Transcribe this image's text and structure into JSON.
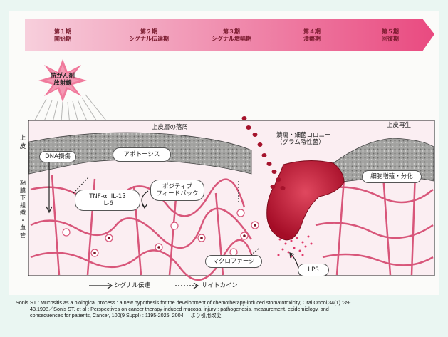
{
  "phases": [
    {
      "label": "第１期\n開始期"
    },
    {
      "label": "第２期\nシグナル伝達期"
    },
    {
      "label": "第３期\nシグナル増幅期"
    },
    {
      "label": "第４期\n潰瘍期"
    },
    {
      "label": "第５期\n回復期"
    }
  ],
  "trigger": "抗がん剤\n放射線",
  "labels": {
    "epithelium_loss": "上皮層の落屑",
    "ulcer_colony": "潰瘍・細菌コロニー\n（グラム陰性菌）",
    "re_epithelialization": "上皮再生",
    "dna_damage": "DNA損傷",
    "apoptosis": "アポトーシス",
    "cytokines": "TNF-α  IL-1β\nIL-6",
    "positive_feedback": "ポジティブ\nフィードバック",
    "proliferation": "細胞増殖・分化",
    "macrophage": "マクロファージ",
    "lps": "LPS",
    "layer_epithelium": "上\n皮",
    "layer_submucosa": "粘\n膜\n下\n組\n織\n・\n血\n管"
  },
  "legend": {
    "signal": "シグナル伝達",
    "cytokine": "サイトカイン"
  },
  "citation": [
    "Sonis ST : Mucositis as a biological process : a new hypothesis for the development of chemotherapy-induced stomatotoxicity, Oral Oncol,34(1) :39-",
    "43,1998／Sonis ST, et al : Perspectives on cancer therapy-induced mucosal injury : pathogenesis, measurement, epidemiology, and",
    "consequences for patients, Cancer, 100(9 Suppl) : 1195-2025, 2004.    より引用改変"
  ],
  "colors": {
    "arrow_pink": "#ec5c8c",
    "tissue_line": "#d8567a",
    "ulcer_red": "#b3122f",
    "epithelium_gray": "#9a9a98",
    "background": "#eaf6f2"
  }
}
